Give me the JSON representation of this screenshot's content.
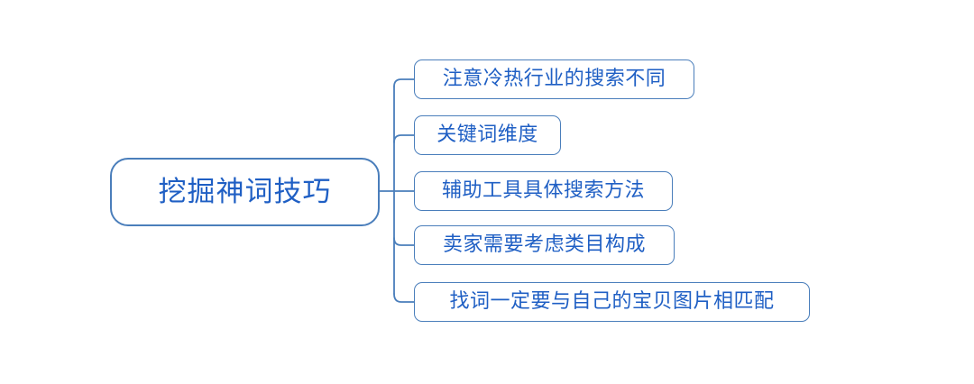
{
  "diagram": {
    "type": "mind-map",
    "orientation": "left-to-right",
    "background_color": "#ffffff",
    "stroke_color": "#4a7ebb",
    "text_color": "#1f5fc4",
    "root": {
      "label": "挖掘神词技巧"
    },
    "branches": [
      {
        "label": "注意冷热行业的搜索不同"
      },
      {
        "label": "关键词维度"
      },
      {
        "label": "辅助工具具体搜索方法"
      },
      {
        "label": "卖家需要考虑类目构成"
      },
      {
        "label": "找词一定要与自己的宝贝图片相匹配"
      }
    ]
  }
}
